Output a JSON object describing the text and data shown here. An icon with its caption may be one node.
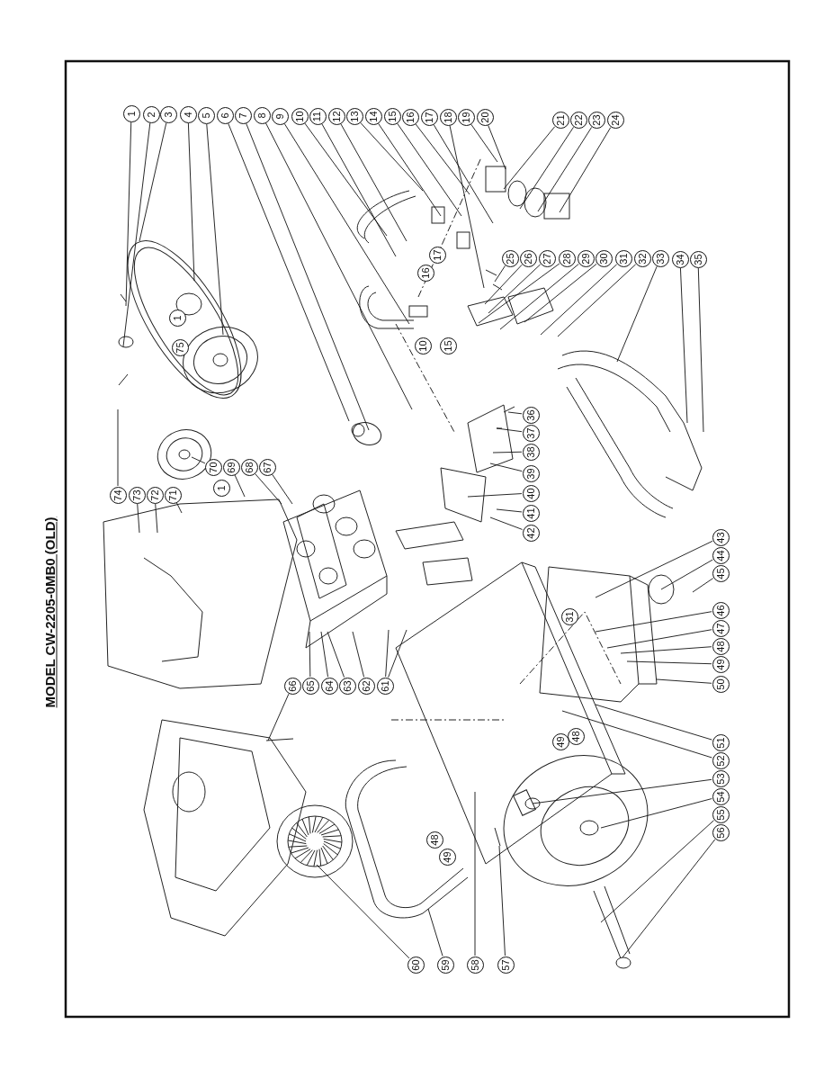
{
  "diagram": {
    "title": "MODEL CW-2205-0MB0 (OLD)",
    "nodes": [
      {
        "text": [
          "1"
        ]
      },
      {
        "text": [
          "2"
        ]
      },
      {
        "text": [
          "3"
        ]
      },
      {
        "text": [
          "4"
        ]
      },
      {
        "text": [
          "5"
        ]
      },
      {
        "text": [
          "6"
        ]
      },
      {
        "text": [
          "7"
        ]
      },
      {
        "text": [
          "8"
        ]
      },
      {
        "text": [
          "9"
        ]
      },
      {
        "text": [
          "10"
        ]
      },
      {
        "text": [
          "11"
        ]
      },
      {
        "text": [
          "12"
        ]
      },
      {
        "text": [
          "13"
        ]
      },
      {
        "text": [
          "14"
        ]
      },
      {
        "text": [
          "15"
        ]
      },
      {
        "text": [
          "16"
        ]
      },
      {
        "text": [
          "17"
        ]
      },
      {
        "text": [
          "18"
        ]
      },
      {
        "text": [
          "19"
        ]
      },
      {
        "text": [
          "20"
        ]
      },
      {
        "text": [
          "21"
        ]
      },
      {
        "text": [
          "22"
        ]
      },
      {
        "text": [
          "23"
        ]
      },
      {
        "text": [
          "24"
        ]
      },
      {
        "text": [
          "25"
        ]
      },
      {
        "text": [
          "26"
        ]
      },
      {
        "text": [
          "27"
        ]
      },
      {
        "text": [
          "28"
        ]
      },
      {
        "text": [
          "29"
        ]
      },
      {
        "text": [
          "30"
        ]
      },
      {
        "text": [
          "31"
        ]
      },
      {
        "text": [
          "32"
        ]
      },
      {
        "text": [
          "33"
        ]
      },
      {
        "text": [
          "34"
        ]
      },
      {
        "text": [
          "35"
        ]
      },
      {
        "text": [
          "36"
        ]
      },
      {
        "text": [
          "37"
        ]
      },
      {
        "text": [
          "38"
        ]
      },
      {
        "text": [
          "39"
        ]
      },
      {
        "text": [
          "40"
        ]
      },
      {
        "text": [
          "41"
        ]
      },
      {
        "text": [
          "42"
        ]
      },
      {
        "text": [
          "43"
        ]
      },
      {
        "text": [
          "44"
        ]
      },
      {
        "text": [
          "45"
        ]
      },
      {
        "text": [
          "46"
        ]
      },
      {
        "text": [
          "47"
        ]
      },
      {
        "text": [
          "48"
        ]
      },
      {
        "text": [
          "49"
        ]
      },
      {
        "text": [
          "50"
        ]
      },
      {
        "text": [
          "51"
        ]
      },
      {
        "text": [
          "52"
        ]
      },
      {
        "text": [
          "53"
        ]
      },
      {
        "text": [
          "54"
        ]
      },
      {
        "text": [
          "55"
        ]
      },
      {
        "text": [
          "56"
        ]
      },
      {
        "text": [
          "66"
        ]
      },
      {
        "text": [
          "65"
        ]
      },
      {
        "text": [
          "64"
        ]
      },
      {
        "text": [
          "63"
        ]
      },
      {
        "text": [
          "62"
        ]
      },
      {
        "text": [
          "61"
        ]
      },
      {
        "text": [
          "60"
        ]
      },
      {
        "text": [
          "59"
        ]
      },
      {
        "text": [
          "58"
        ]
      },
      {
        "text": [
          "57"
        ]
      },
      {
        "text": [
          "74"
        ]
      },
      {
        "text": [
          "73"
        ]
      },
      {
        "text": [
          "72"
        ]
      },
      {
        "text": [
          "71"
        ]
      },
      {
        "text": [
          "70"
        ]
      },
      {
        "text": [
          "69"
        ]
      },
      {
        "text": [
          "68"
        ]
      },
      {
        "text": [
          "67"
        ]
      },
      {
        "text": [
          "1"
        ]
      },
      {
        "text": [
          "75"
        ]
      },
      {
        "text": [
          "17"
        ]
      },
      {
        "text": [
          "16"
        ]
      },
      {
        "text": [
          "10"
        ]
      },
      {
        "text": [
          "15"
        ]
      },
      {
        "text": [
          "1"
        ]
      },
      {
        "text": [
          "31"
        ]
      },
      {
        "text": [
          "48"
        ]
      },
      {
        "text": [
          "49"
        ]
      },
      {
        "text": [
          "48"
        ]
      },
      {
        "text": [
          "49"
        ]
      }
    ],
    "edges": [
      {
        "from": 0,
        "to": null,
        "arrow": "none"
      },
      {
        "from": 1,
        "to": null,
        "arrow": "none"
      },
      {
        "from": 2,
        "to": null,
        "arrow": "none"
      },
      {
        "from": 3,
        "to": null,
        "arrow": "none"
      },
      {
        "from": 4,
        "to": null,
        "arrow": "none"
      },
      {
        "from": 5,
        "to": null,
        "arrow": "none"
      },
      {
        "from": 6,
        "to": null,
        "arrow": "none"
      },
      {
        "from": 7,
        "to": null,
        "arrow": "none"
      },
      {
        "from": 8,
        "to": null,
        "arrow": "none"
      },
      {
        "from": 9,
        "to": null,
        "arrow": "none"
      },
      {
        "from": 10,
        "to": null,
        "arrow": "none"
      },
      {
        "from": 11,
        "to": null,
        "arrow": "none"
      },
      {
        "from": 12,
        "to": null,
        "arrow": "none"
      },
      {
        "from": 13,
        "to": null,
        "arrow": "none"
      },
      {
        "from": 14,
        "to": null,
        "arrow": "none"
      },
      {
        "from": 15,
        "to": null,
        "arrow": "none"
      },
      {
        "from": 16,
        "to": null,
        "arrow": "none"
      },
      {
        "from": 17,
        "to": null,
        "arrow": "none"
      },
      {
        "from": 18,
        "to": null,
        "arrow": "none"
      },
      {
        "from": 19,
        "to": null,
        "arrow": "none"
      },
      {
        "from": 20,
        "to": null,
        "arrow": "none"
      },
      {
        "from": 21,
        "to": null,
        "arrow": "none"
      },
      {
        "from": 22,
        "to": null,
        "arrow": "none"
      },
      {
        "from": 23,
        "to": null,
        "arrow": "none"
      },
      {
        "from": 24,
        "to": null,
        "arrow": "none"
      },
      {
        "from": 25,
        "to": null,
        "arrow": "none"
      },
      {
        "from": 26,
        "to": null,
        "arrow": "none"
      },
      {
        "from": 27,
        "to": null,
        "arrow": "none"
      },
      {
        "from": 28,
        "to": null,
        "arrow": "none"
      },
      {
        "from": 29,
        "to": null,
        "arrow": "none"
      },
      {
        "from": 30,
        "to": null,
        "arrow": "none"
      },
      {
        "from": 31,
        "to": null,
        "arrow": "none"
      },
      {
        "from": 32,
        "to": null,
        "arrow": "none"
      },
      {
        "from": 33,
        "to": null,
        "arrow": "none"
      },
      {
        "from": 34,
        "to": null,
        "arrow": "none"
      },
      {
        "from": 35,
        "to": null,
        "arrow": "none"
      },
      {
        "from": 36,
        "to": null,
        "arrow": "none"
      },
      {
        "from": 37,
        "to": null,
        "arrow": "none"
      },
      {
        "from": 38,
        "to": null,
        "arrow": "none"
      },
      {
        "from": 39,
        "to": null,
        "arrow": "none"
      },
      {
        "from": 40,
        "to": null,
        "arrow": "none"
      },
      {
        "from": 41,
        "to": null,
        "arrow": "none"
      },
      {
        "from": 42,
        "to": null,
        "arrow": "none"
      },
      {
        "from": 43,
        "to": null,
        "arrow": "none"
      },
      {
        "from": 44,
        "to": null,
        "arrow": "none"
      },
      {
        "from": 45,
        "to": null,
        "arrow": "none"
      },
      {
        "from": 46,
        "to": null,
        "arrow": "none"
      },
      {
        "from": 47,
        "to": null,
        "arrow": "none"
      },
      {
        "from": 48,
        "to": null,
        "arrow": "none"
      },
      {
        "from": 49,
        "to": null,
        "arrow": "none"
      },
      {
        "from": 50,
        "to": null,
        "arrow": "none"
      },
      {
        "from": 51,
        "to": null,
        "arrow": "none"
      },
      {
        "from": 52,
        "to": null,
        "arrow": "none"
      },
      {
        "from": 53,
        "to": null,
        "arrow": "none"
      },
      {
        "from": 54,
        "to": null,
        "arrow": "none"
      },
      {
        "from": 55,
        "to": null,
        "arrow": "none"
      },
      {
        "from": 56,
        "to": null,
        "arrow": "none"
      },
      {
        "from": 57,
        "to": null,
        "arrow": "none"
      },
      {
        "from": 58,
        "to": null,
        "arrow": "none"
      },
      {
        "from": 59,
        "to": null,
        "arrow": "none"
      },
      {
        "from": 60,
        "to": null,
        "arrow": "none"
      },
      {
        "from": 61,
        "to": null,
        "arrow": "none"
      },
      {
        "from": 61,
        "to": null,
        "arrow": "none"
      },
      {
        "from": 62,
        "to": null,
        "arrow": "none"
      },
      {
        "from": 63,
        "to": null,
        "arrow": "none"
      },
      {
        "from": 64,
        "to": null,
        "arrow": "none"
      },
      {
        "from": 65,
        "to": null,
        "arrow": "none"
      },
      {
        "from": 66,
        "to": null,
        "arrow": "none"
      },
      {
        "from": 67,
        "to": null,
        "arrow": "none"
      },
      {
        "from": 68,
        "to": null,
        "arrow": "none"
      },
      {
        "from": 69,
        "to": null,
        "arrow": "none"
      },
      {
        "from": 70,
        "to": null,
        "arrow": "none"
      },
      {
        "from": 71,
        "to": null,
        "arrow": "none"
      },
      {
        "from": 72,
        "to": null,
        "arrow": "none"
      },
      {
        "from": 73,
        "to": null,
        "arrow": "none"
      }
    ],
    "labels": []
  }
}
